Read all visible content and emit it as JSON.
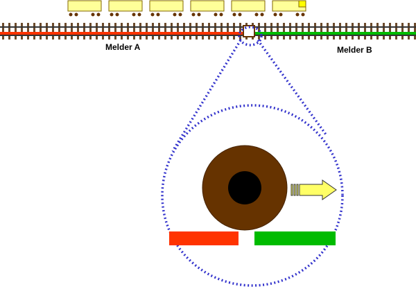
{
  "labels": {
    "section_a": "Melder A",
    "section_b": "Melder B"
  },
  "train": {
    "car_count": 6,
    "direction": "right",
    "lead_car_marker": true
  },
  "colors": {
    "section_a": "#ff3300",
    "section_b": "#00bb00",
    "wheel": "#663300",
    "axle": "#000000",
    "wagon_fill": "#ffff99",
    "wagon_border": "#806600",
    "lead_marker": "#ffff00",
    "arrow": "#ffff66",
    "zoom_outline": "#3333cc",
    "rail": "#333333",
    "sleeper": "#6b4a2b"
  },
  "icons": {
    "direction": "arrow-right-icon",
    "wheel": "wheel-icon"
  }
}
